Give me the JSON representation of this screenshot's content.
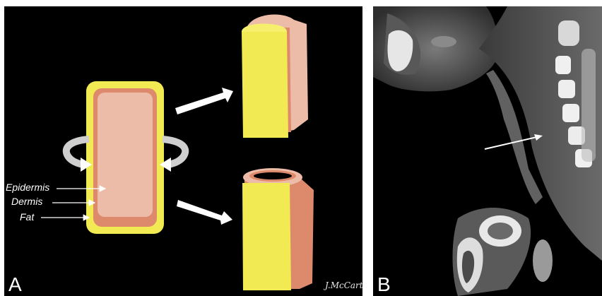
{
  "panel_a": {
    "letter": "A",
    "labels": {
      "epidermis": "Epidermis",
      "dermis": "Dermis",
      "fat": "Fat"
    },
    "signature": "J.McCarty",
    "colors": {
      "fat": "#f2ea52",
      "dermis": "#dd8a6c",
      "epidermis": "#edbca8",
      "background": "#000000",
      "arrow": "#ffffff"
    }
  },
  "panel_b": {
    "letter": "B",
    "image": "sagittal CT of the neck"
  }
}
